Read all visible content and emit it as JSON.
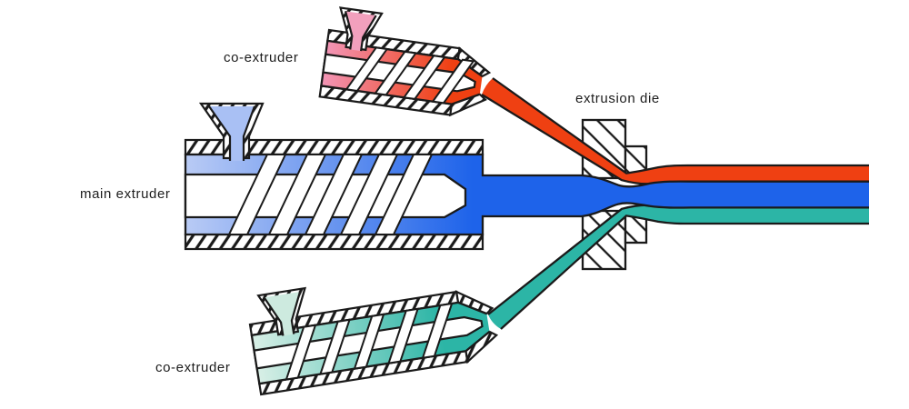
{
  "diagram": {
    "labels": {
      "co_extruder_top": "co-extruder",
      "main_extruder": "main extruder",
      "extrusion_die": "extrusion die",
      "co_extruder_bottom": "co-extruder"
    },
    "colors": {
      "background": "#ffffff",
      "outline": "#1a1a1a",
      "text": "#1c1c1c",
      "screw_fill": "#ffffff",
      "main_melt_light": "#b9cbf5",
      "main_melt_dark": "#1e63ea",
      "main_hopper_fill": "#a9c0f4",
      "top_melt_light": "#f295b6",
      "top_melt_dark": "#ef4012",
      "top_hopper_fill": "#f2a0bd",
      "bottom_melt_light": "#d8efe6",
      "bottom_melt_dark": "#2cb5a6",
      "bottom_hopper_fill": "#cdeadf"
    }
  }
}
